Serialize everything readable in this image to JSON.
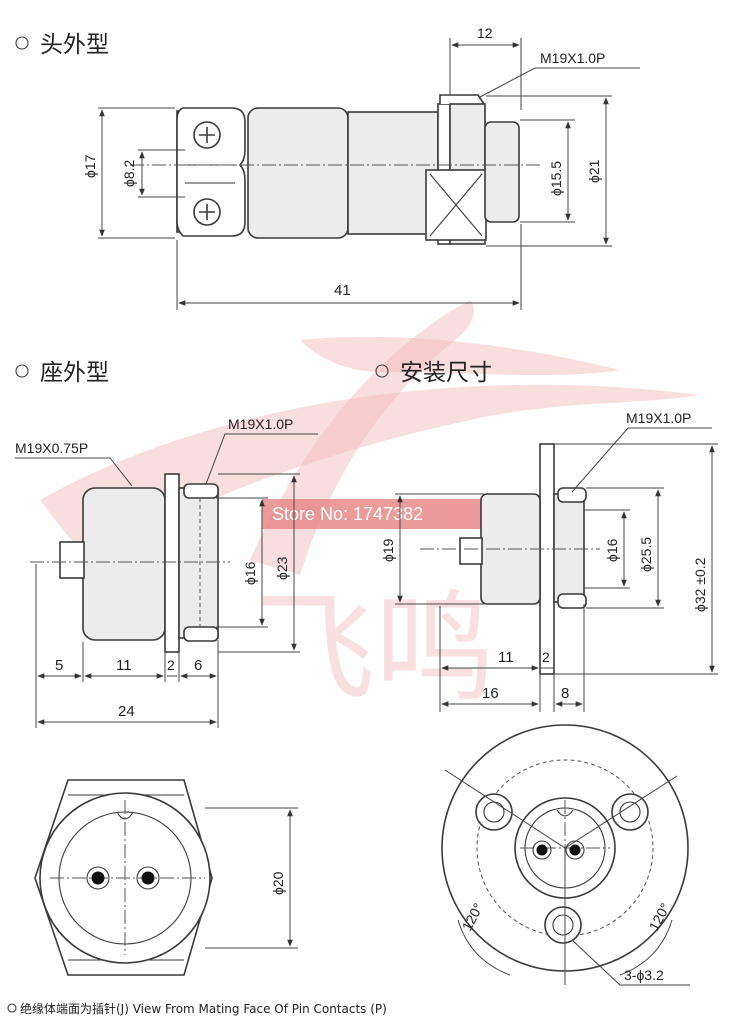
{
  "headings": {
    "plug": "头外型",
    "socket": "座外型",
    "install": "安装尺寸"
  },
  "watermark": {
    "store": "Store No: 1747382",
    "logo_chars": "飞鸣"
  },
  "plug_view": {
    "thread": "M19X1.0P",
    "d_outer": "ϕ17",
    "d_inner": "ϕ8.2",
    "d_nut_inner": "ϕ15.5",
    "d_nut_outer": "ϕ21",
    "len_nut": "12",
    "len_total": "41"
  },
  "socket_view": {
    "thread_rear": "M19X0.75P",
    "thread_front": "M19X1.0P",
    "d_inner": "ϕ16",
    "d_outer": "ϕ23",
    "len_a": "5",
    "len_b": "11",
    "len_c": "2",
    "len_d": "6",
    "len_total": "24"
  },
  "install_view": {
    "thread": "M19X1.0P",
    "d_body": "ϕ19",
    "d_inner": "ϕ16",
    "d_hole_circle": "ϕ25.5",
    "d_flange": "ϕ32 ±0.2",
    "len_a": "11",
    "len_b": "2",
    "len_c": "16",
    "len_d": "8"
  },
  "face_view": {
    "d_face": "ϕ20"
  },
  "flange_view": {
    "angle_left": "120°",
    "angle_right": "120°",
    "holes": "3-ϕ3.2"
  },
  "caption": "绝缘体端面为插针(J) View From Mating Face Of Pin Contacts (P)"
}
